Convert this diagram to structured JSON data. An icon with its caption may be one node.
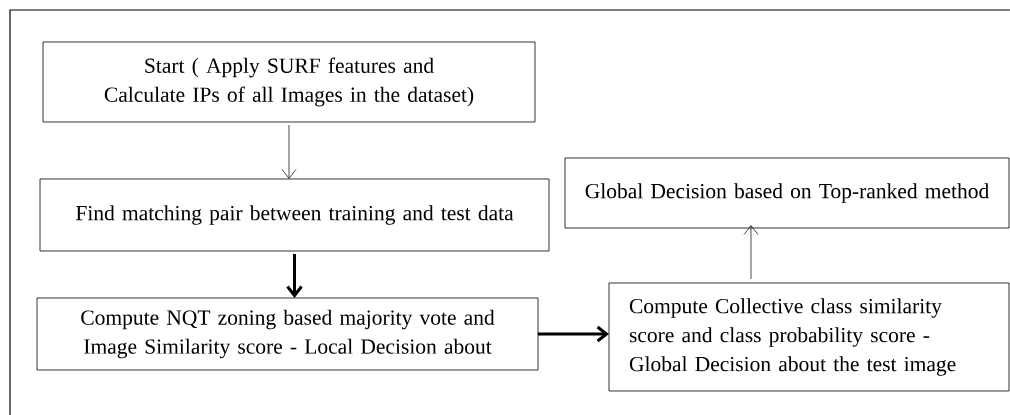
{
  "diagram": {
    "nodes": [
      {
        "text": [
          "Start ( Apply SURF features and Calculate IPs of all Images in the dataset)"
        ]
      },
      {
        "text": [
          "Find matching pair between training and test data"
        ]
      },
      {
        "text": [
          "Compute NQT zoning based  majority vote and Image Similarity score - Local Decision about"
        ]
      },
      {
        "text": [
          "Global Decision based on Top-ranked method"
        ]
      },
      {
        "text": [
          "Compute Collective class similarity score and class probability score - Global Decision about the test image"
        ]
      }
    ],
    "edges": [
      {
        "from": 0,
        "to": 1,
        "arrow": "to"
      },
      {
        "from": 1,
        "to": 2,
        "arrow": "to",
        "style": "thick"
      },
      {
        "from": 2,
        "to": 4,
        "arrow": "to",
        "style": "thick"
      },
      {
        "from": 4,
        "to": 3,
        "arrow": "to"
      }
    ]
  }
}
